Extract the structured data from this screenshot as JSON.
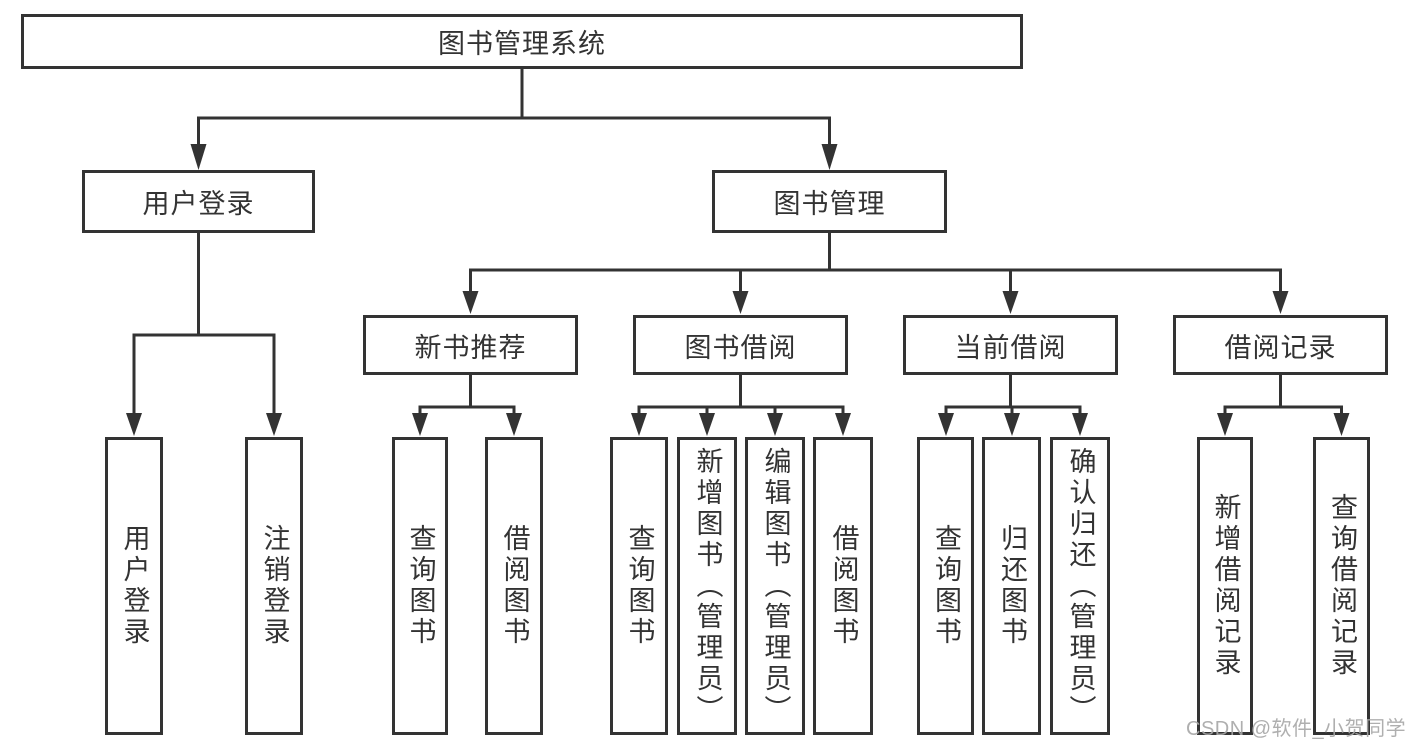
{
  "tree": {
    "label": "图书管理系统",
    "children": [
      {
        "label": "用户登录",
        "children": [
          {
            "label": "用户登录"
          },
          {
            "label": "注销登录"
          }
        ]
      },
      {
        "label": "图书管理",
        "children": [
          {
            "label": "新书推荐",
            "children": [
              {
                "label": "查询图书"
              },
              {
                "label": "借阅图书"
              }
            ]
          },
          {
            "label": "图书借阅",
            "children": [
              {
                "label": "查询图书"
              },
              {
                "label": "新增图书（管理员）"
              },
              {
                "label": "编辑图书（管理员）"
              },
              {
                "label": "借阅图书"
              }
            ]
          },
          {
            "label": "当前借阅",
            "children": [
              {
                "label": "查询图书"
              },
              {
                "label": "归还图书"
              },
              {
                "label": "确认归还（管理员）"
              }
            ]
          },
          {
            "label": "借阅记录",
            "children": [
              {
                "label": "新增借阅记录"
              },
              {
                "label": "查询借阅记录"
              }
            ]
          }
        ]
      }
    ]
  },
  "watermark": "CSDN @软件_小贺同学",
  "colors": {
    "line": "#333333",
    "box_border": "#333333",
    "box_background": "#ffffff",
    "text": "#333333",
    "page_background": "#ffffff",
    "watermark": "#a6a6a6"
  }
}
